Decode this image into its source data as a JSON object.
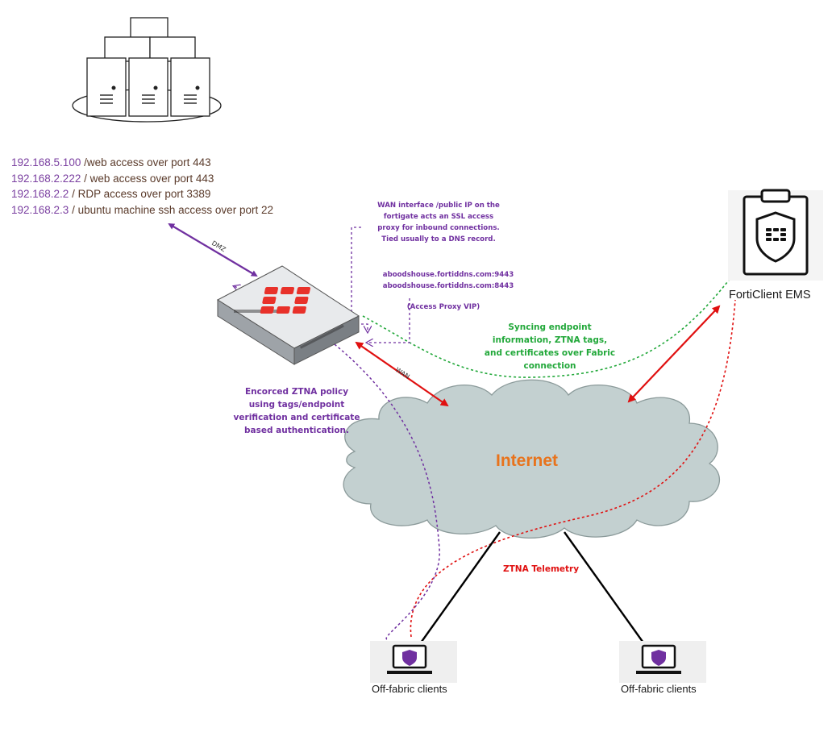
{
  "servers": {
    "entries": [
      {
        "ip": "192.168.5.100",
        "desc": " /web access over port 443"
      },
      {
        "ip": "192.168.2.222",
        "desc": " / web access over port 443"
      },
      {
        "ip": "192.168.2.2",
        "desc": " / RDP access over port 3389"
      },
      {
        "ip": "192.168.2.3",
        "desc": " / ubuntu machine ssh access over port 22"
      }
    ]
  },
  "links": {
    "dmz_label": "DMZ",
    "wan_label": "WAN"
  },
  "wan_note": {
    "lines": [
      "WAN interface /public IP on the",
      "fortigate acts an SSL access",
      "proxy for inbound connections.",
      "Tied usually to a DNS record."
    ]
  },
  "access_proxy": {
    "lines": [
      "aboodshouse.fortiddns.com:9443",
      "aboodshouse.fortiddns.com:8443"
    ],
    "vip_label": "(Access Proxy VIP)"
  },
  "ztna_policy": {
    "lines": [
      "Encorced ZTNA policy",
      "using tags/endpoint",
      "verification and certificate",
      "based authentication."
    ]
  },
  "sync_note": {
    "lines": [
      "Syncing endpoint",
      "information, ZTNA tags,",
      "and certificates over Fabric",
      "connection"
    ]
  },
  "internet": {
    "label": "Internet"
  },
  "ems": {
    "label": "FortiClient EMS"
  },
  "telemetry": {
    "label": "ZTNA Telemetry"
  },
  "clients": [
    {
      "label": "Off-fabric clients"
    },
    {
      "label": "Off-fabric clients"
    }
  ],
  "colors": {
    "purple": "#7030a0",
    "green": "#22a83a",
    "red": "#e01010",
    "cloud": "#c3d0d0",
    "orange": "#e8731c",
    "fortinet_red": "#e8312a"
  }
}
